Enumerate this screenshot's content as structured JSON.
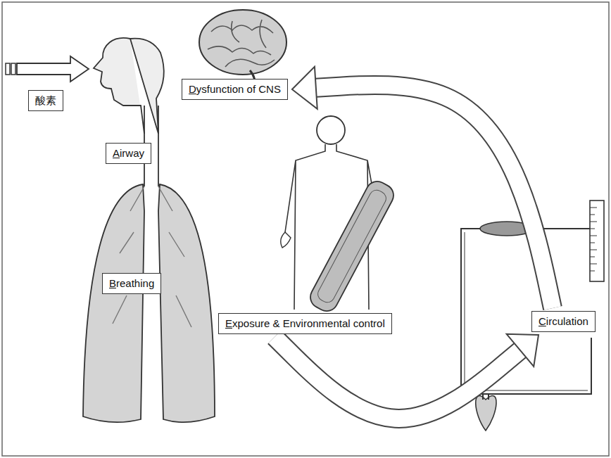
{
  "diagram": {
    "nodes": [
      {
        "text": [
          "Dysfunction of CNS"
        ]
      },
      {
        "text": [
          "酸素"
        ]
      },
      {
        "text": [
          "Airway"
        ]
      },
      {
        "text": [
          "Breathing"
        ]
      },
      {
        "text": [
          "Exposure & Environmental control"
        ]
      },
      {
        "text": [
          "Circulation"
        ]
      }
    ],
    "edges": [
      {
        "from": 4,
        "to": 5,
        "arrow": "to"
      },
      {
        "from": 5,
        "to": 0,
        "arrow": "to"
      }
    ]
  }
}
